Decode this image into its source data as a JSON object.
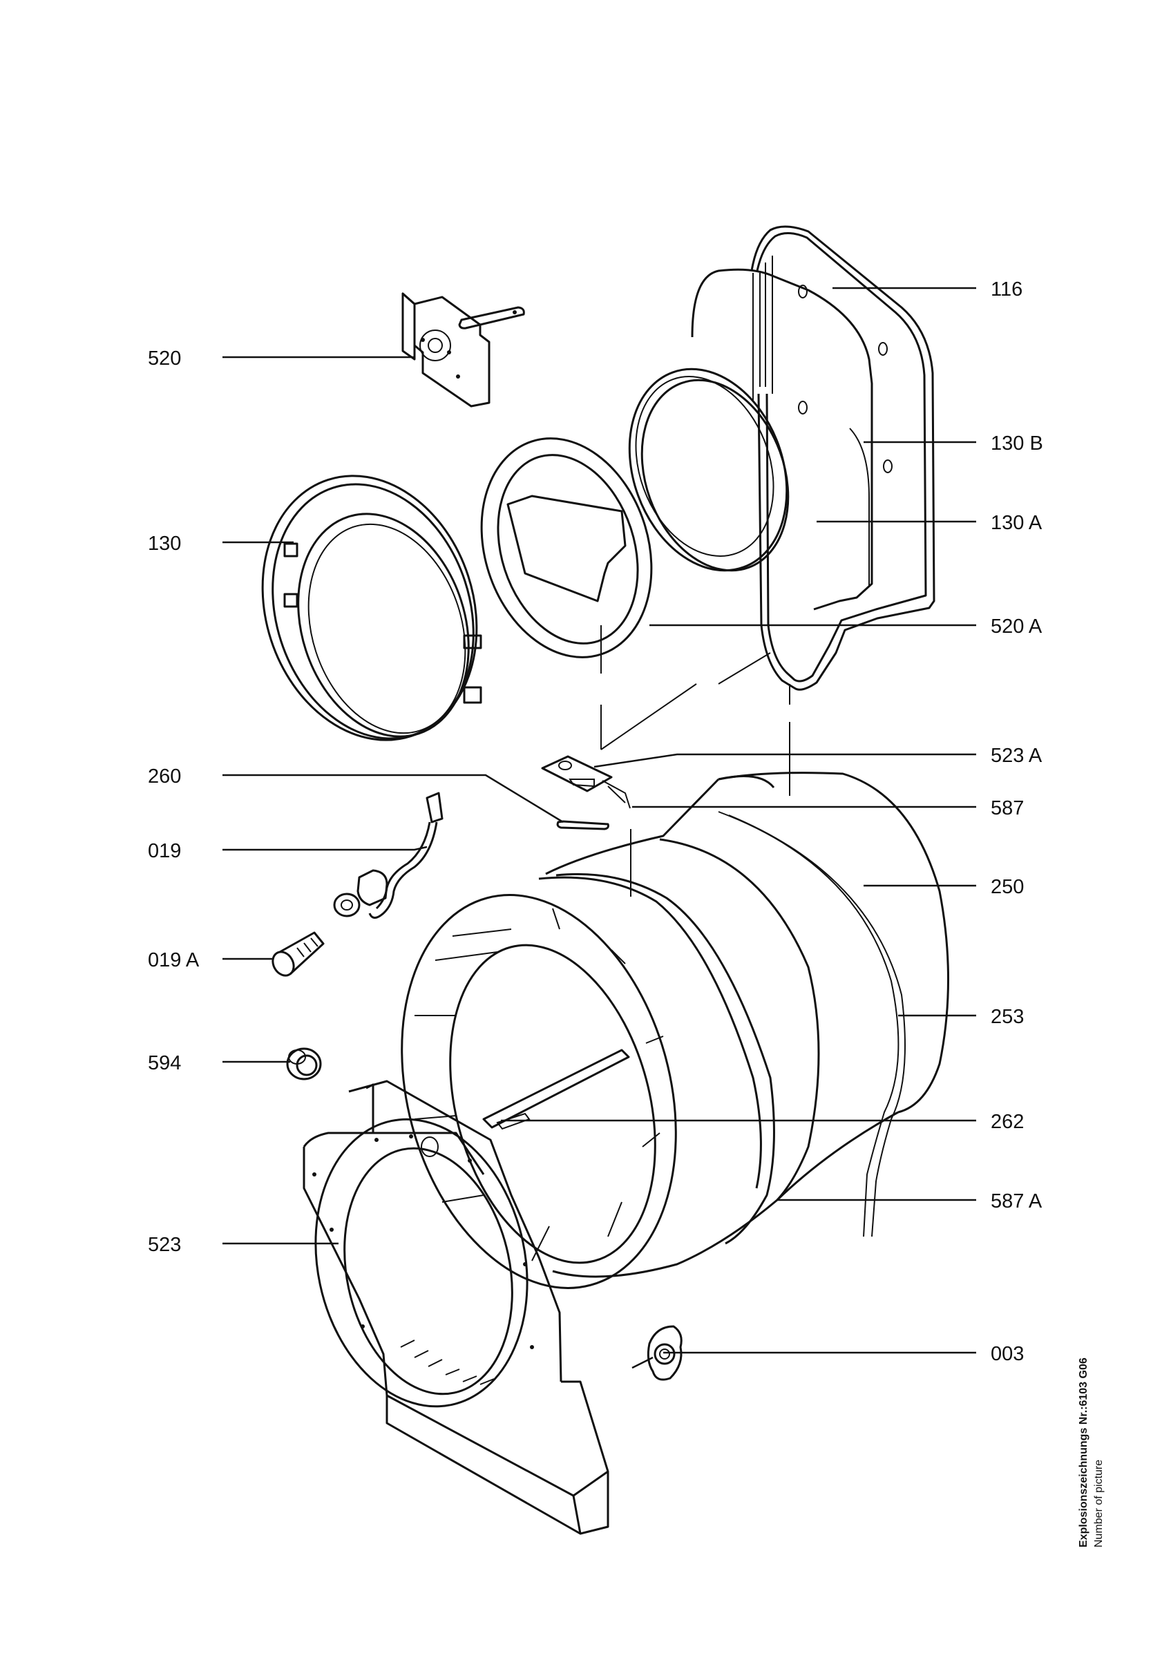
{
  "diagram": {
    "labels": {
      "p520": "520",
      "p130": "130",
      "p260": "260",
      "p019": "019",
      "p019a": "019 A",
      "p594": "594",
      "p523": "523",
      "p116": "116",
      "p130b": "130 B",
      "p130a": "130 A",
      "p520a": "520 A",
      "p523a": "523 A",
      "p587": "587",
      "p250": "250",
      "p253": "253",
      "p262": "262",
      "p587a": "587 A",
      "p003": "003"
    },
    "footer": {
      "title": "Explosionszeichnungs Nr.:6103 G06",
      "subtitle": "Number of picture"
    }
  }
}
